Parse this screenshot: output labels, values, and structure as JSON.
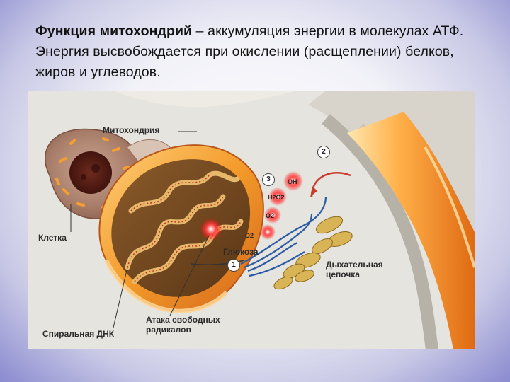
{
  "slide": {
    "title_bold": "Функция митохондрий",
    "title_rest": " – аккумуляция энергии в молекулах АТФ. Энергия высвобождается при окислении (расщеплении) белков, жиров и углеводов."
  },
  "figure": {
    "labels": {
      "mitochondria": "Митохондрия",
      "cell": "Клетка",
      "glucose": "Глюкоза",
      "respiratory_chain_1": "Дыхательная",
      "respiratory_chain_2": "цепочка",
      "free_radical_attack_1": "Атака свободных",
      "free_radical_attack_2": "радикалов",
      "spiral_dna": "Спиральная ДНК"
    },
    "markers": [
      "1",
      "2",
      "3"
    ],
    "chem": {
      "oh": "OH",
      "h2o2": "H2O2",
      "o2_minus": "O2",
      "o2": "O2"
    }
  }
}
